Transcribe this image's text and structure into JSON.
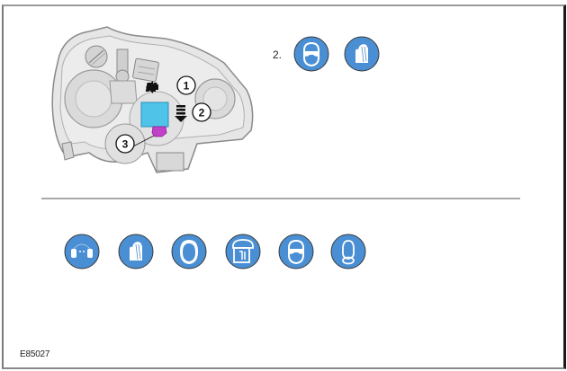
{
  "document": {
    "figure_id": "E85027",
    "step_number": "2.",
    "callouts": [
      "1",
      "2",
      "3"
    ],
    "colors": {
      "ppe_blue": "#4a8fd4",
      "ppe_border": "#3a3a3a",
      "bulb_holder": "#4fc3e8",
      "connector": "#c040c8",
      "divider": "#a8a8a8"
    }
  },
  "step_ppe_icons": [
    {
      "name": "safety-goggles-icon"
    },
    {
      "name": "protective-gloves-icon"
    }
  ],
  "general_ppe_icons": [
    {
      "name": "ear-defenders-icon"
    },
    {
      "name": "protective-gloves-icon"
    },
    {
      "name": "head-protection-icon"
    },
    {
      "name": "face-shield-icon"
    },
    {
      "name": "safety-goggles-icon"
    },
    {
      "name": "respirator-icon"
    }
  ]
}
